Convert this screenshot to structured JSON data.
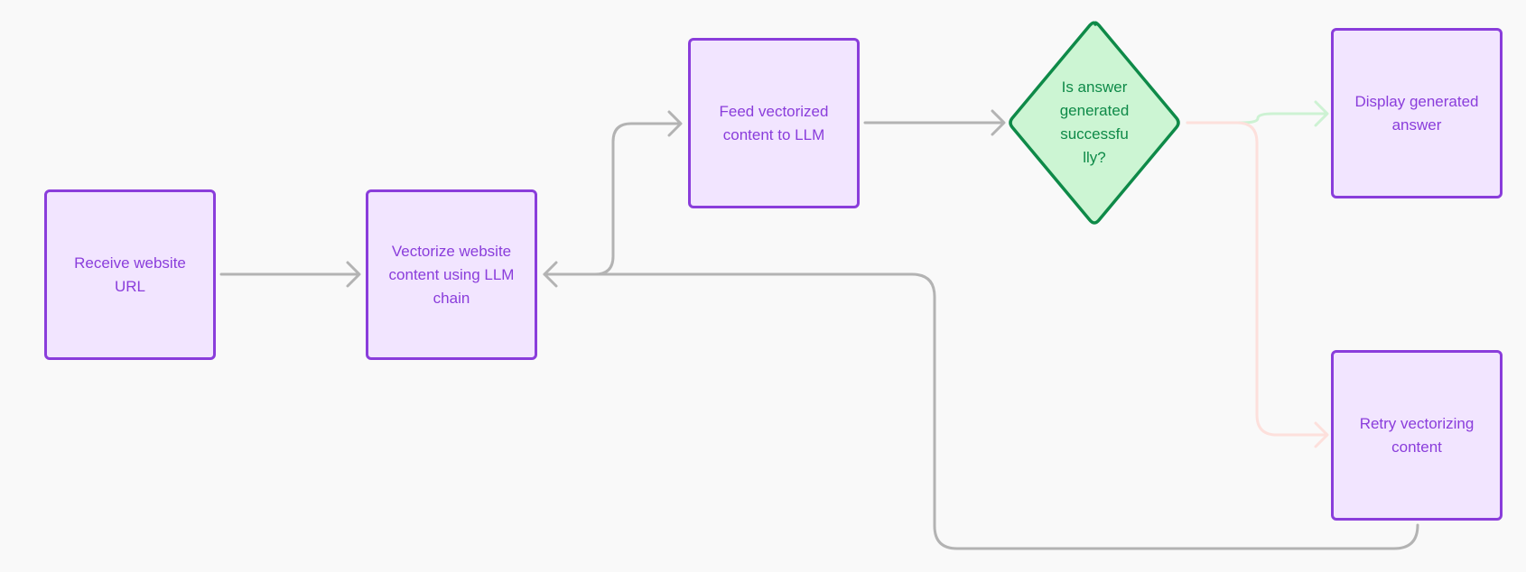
{
  "colors": {
    "background": "#f9f9f9",
    "process_border": "#8a3ddb",
    "process_fill": "#f2e5ff",
    "process_text": "#8a3ddb",
    "decision_border": "#0e8a48",
    "decision_fill": "#ccf5d3",
    "decision_text": "#0e8a48",
    "edge_default": "#b3b3b3",
    "edge_yes": "#cdf2d3",
    "edge_no": "#fde0dc"
  },
  "nodes": {
    "receive_url": {
      "label": "Receive website URL"
    },
    "vectorize": {
      "label": "Vectorize website content using LLM chain"
    },
    "feed_llm": {
      "label": "Feed vectorized content to LLM"
    },
    "decision": {
      "label_lines": [
        "Is answer",
        "generated",
        "successfu",
        "lly?"
      ]
    },
    "display_answer": {
      "label": "Display generated answer"
    },
    "retry": {
      "label": "Retry vectorizing content"
    }
  },
  "edges": [
    {
      "from": "receive_url",
      "to": "vectorize",
      "style": "default"
    },
    {
      "from": "vectorize",
      "to": "feed_llm",
      "style": "default"
    },
    {
      "from": "feed_llm",
      "to": "decision",
      "style": "default"
    },
    {
      "from": "decision",
      "to": "display_answer",
      "style": "yes"
    },
    {
      "from": "decision",
      "to": "retry",
      "style": "no"
    },
    {
      "from": "retry",
      "to": "vectorize",
      "style": "default"
    }
  ]
}
